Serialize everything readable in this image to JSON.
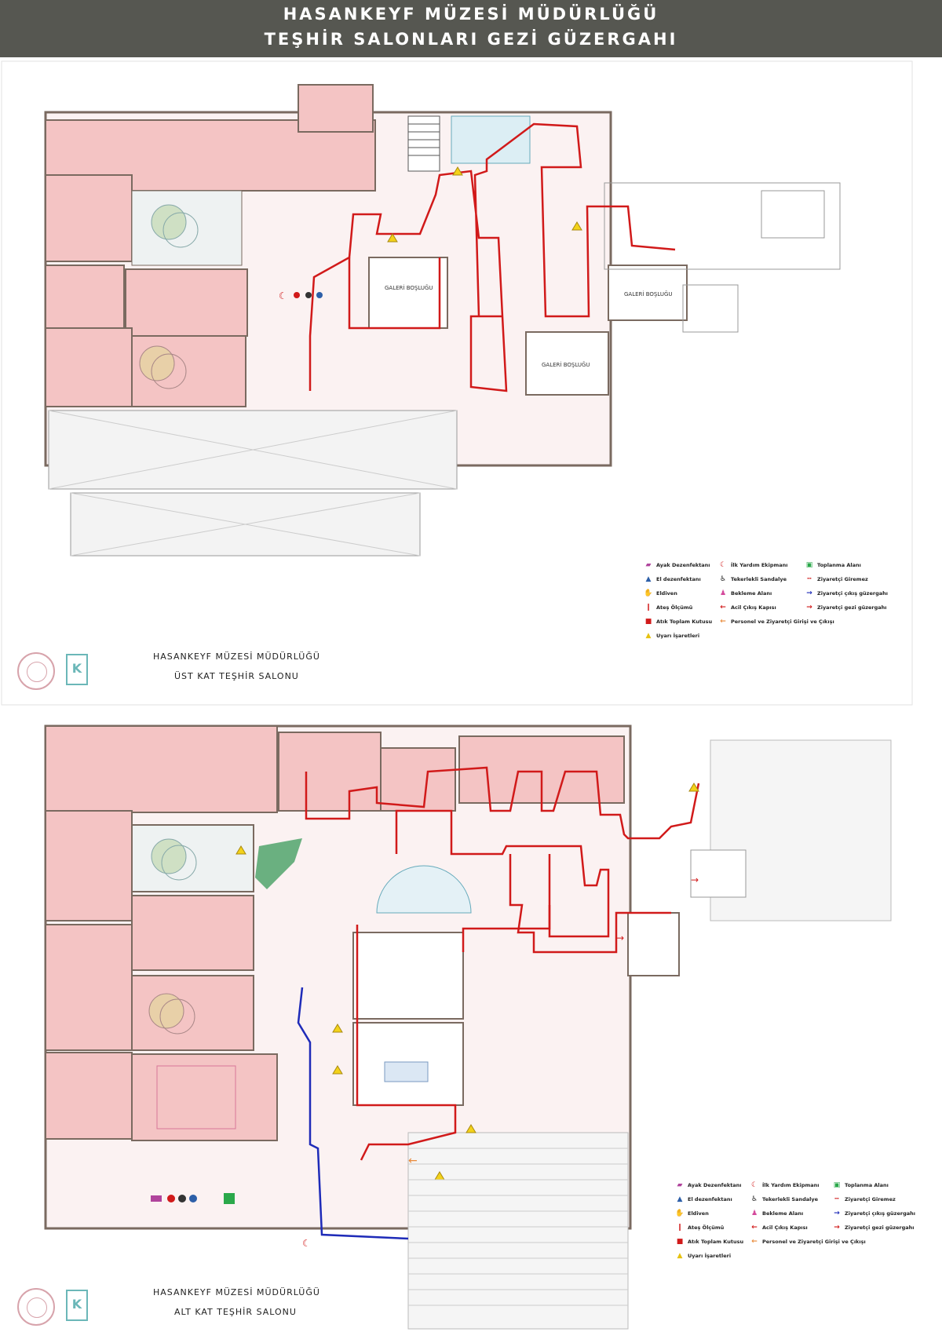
{
  "header": {
    "line1": "HASANKEYF MÜZESİ MÜDÜRLÜĞÜ",
    "line2": "TEŞHİR SALONLARI GEZİ GÜZERGAHI"
  },
  "colors": {
    "header_bg": "#565751",
    "room_fill": "#f4c4c4",
    "wall": "#7a6a60",
    "route_red": "#d11a1a",
    "route_blue": "#1e2bb8",
    "warning_yellow": "#f3d21a",
    "courtyard": "#e8e4e0"
  },
  "upper_sheet": {
    "institution": "HASANKEYF MÜZESİ MÜDÜRLÜĞÜ",
    "title": "ÜST KAT TEŞHİR SALONU",
    "rooms": {
      "gallery1": "GALERİ BOŞLUĞU",
      "gallery2": "GALERİ BOŞLUĞU",
      "gallery3": "GALERİ BOŞLUĞU"
    }
  },
  "lower_sheet": {
    "institution": "HASANKEYF MÜZESİ MÜDÜRLÜĞÜ",
    "title": "ALT KAT TEŞHİR SALONU"
  },
  "legend": {
    "col1": [
      {
        "icon": "foot-mat-icon",
        "label": "Ayak Dezenfektanı"
      },
      {
        "icon": "hand-sanitizer-icon",
        "label": "El dezenfektanı"
      },
      {
        "icon": "glove-icon",
        "label": "Eldiven"
      },
      {
        "icon": "thermometer-icon",
        "label": "Ateş Ölçümü"
      },
      {
        "icon": "waste-bin-icon",
        "label": "Atık Toplam Kutusu"
      },
      {
        "icon": "warning-triangle-icon",
        "label": "Uyarı İşaretleri"
      }
    ],
    "col2": [
      {
        "icon": "first-aid-icon",
        "label": "İlk Yardım Ekipmanı"
      },
      {
        "icon": "wheelchair-icon",
        "label": "Tekerlekli Sandalye"
      },
      {
        "icon": "waiting-area-icon",
        "label": "Bekleme Alanı"
      },
      {
        "icon": "emergency-exit-icon",
        "label": "Acil Çıkış Kapısı"
      },
      {
        "icon": "staff-entry-icon",
        "label": "Personel ve Ziyaretçi Girişi ve Çıkışı"
      }
    ],
    "col3": [
      {
        "icon": "assembly-area-icon",
        "label": "Toplanma Alanı"
      },
      {
        "icon": "no-entry-line-icon",
        "label": "Ziyaretçi Giremez"
      },
      {
        "icon": "exit-route-line-icon",
        "label": "Ziyaretçi çıkış güzergahı"
      },
      {
        "icon": "tour-route-line-icon",
        "label": "Ziyaretçi gezi güzergahı"
      }
    ]
  }
}
